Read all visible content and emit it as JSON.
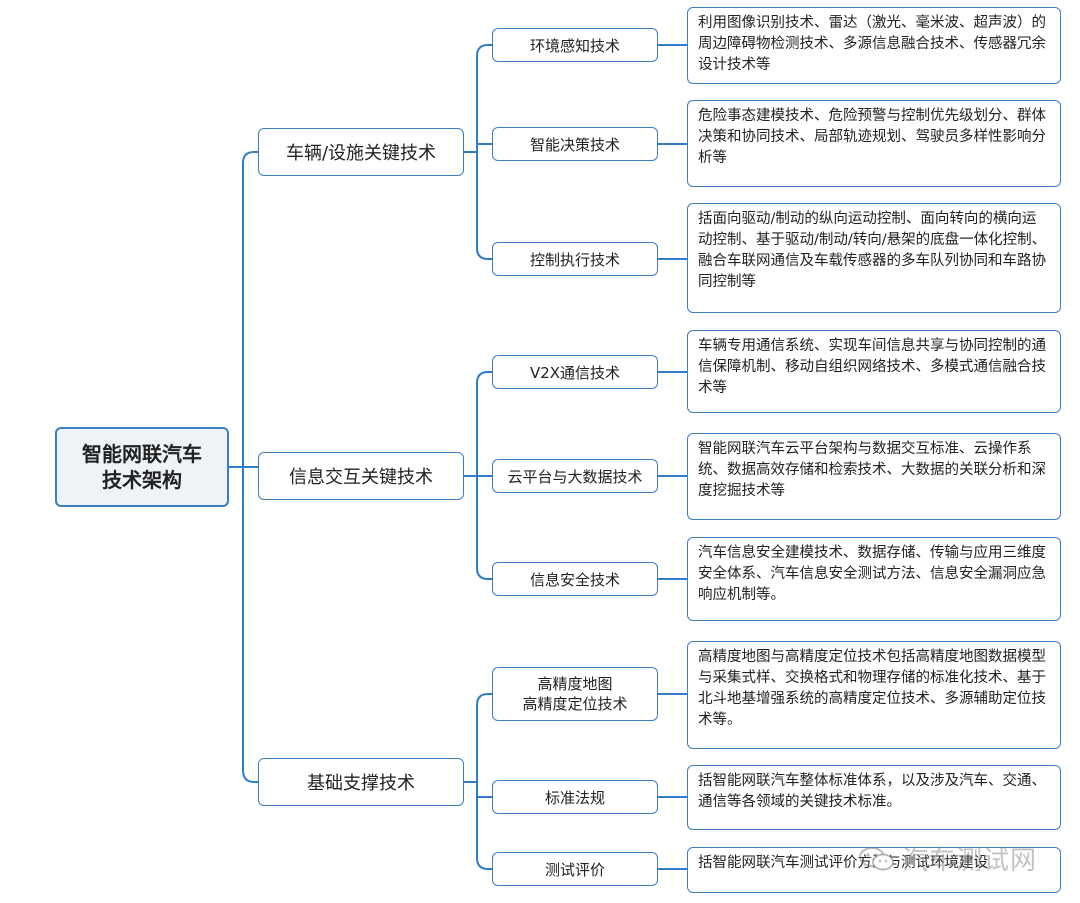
{
  "root": {
    "line1": "智能网联汽车",
    "line2": "技术架构"
  },
  "branches": [
    {
      "label": "车辆/设施关键技术",
      "children": [
        {
          "label": "环境感知技术",
          "desc": "利用图像识别技术、雷达（激光、毫米波、超声波）的周边障碍物检测技术、多源信息融合技术、传感器冗余设计技术等"
        },
        {
          "label": "智能决策技术",
          "desc": "危险事态建模技术、危险预警与控制优先级划分、群体决策和协同技术、局部轨迹规划、驾驶员多样性影响分析等"
        },
        {
          "label": "控制执行技术",
          "desc": "括面向驱动/制动的纵向运动控制、面向转向的横向运动控制、基于驱动/制动/转向/悬架的底盘一体化控制、融合车联网通信及车载传感器的多车队列协同和车路协同控制等"
        }
      ]
    },
    {
      "label": "信息交互关键技术",
      "children": [
        {
          "label": "V2X通信技术",
          "desc": "车辆专用通信系统、实现车间信息共享与协同控制的通信保障机制、移动自组织网络技术、多模式通信融合技术等"
        },
        {
          "label": "云平台与大数据技术",
          "desc": "智能网联汽车云平台架构与数据交互标准、云操作系统、数据高效存储和检索技术、大数据的关联分析和深度挖掘技术等"
        },
        {
          "label": "信息安全技术",
          "desc": "汽车信息安全建模技术、数据存储、传输与应用三维度安全体系、汽车信息安全测试方法、信息安全漏洞应急响应机制等。"
        }
      ]
    },
    {
      "label": "基础支撑技术",
      "children": [
        {
          "label_line1": "高精度地图",
          "label_line2": "高精度定位技术",
          "desc": "高精度地图与高精度定位技术包括高精度地图数据模型与采集式样、交换格式和物理存储的标准化技术、基于北斗地基增强系统的高精度定位技术、多源辅助定位技术等。"
        },
        {
          "label": "标准法规",
          "desc": "括智能网联汽车整体标准体系，以及涉及汽车、交通、通信等各领域的关键技术标准。"
        },
        {
          "label": "测试评价",
          "desc": "括智能网联汽车测试评价方法与测试环境建设"
        }
      ]
    }
  ],
  "watermark": "汽车测试网",
  "colors": {
    "line": "#2f7cc8",
    "border": "#3a7fc4",
    "root_fill": "#eef3f8"
  }
}
